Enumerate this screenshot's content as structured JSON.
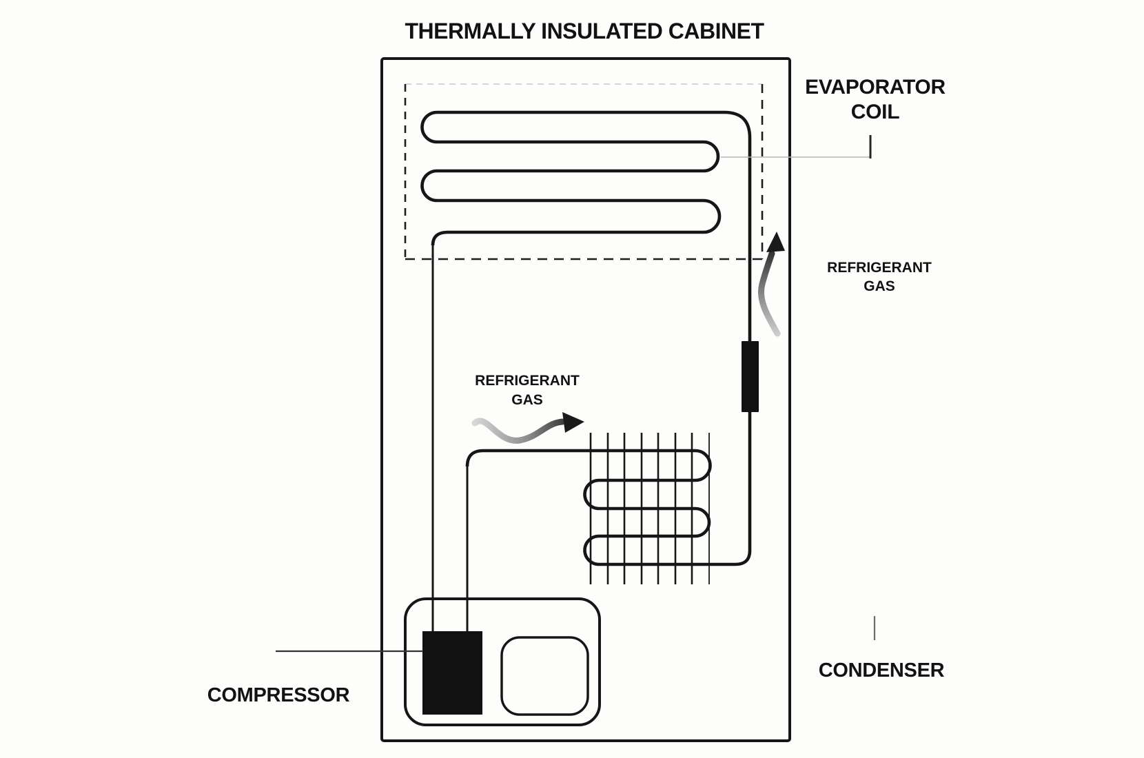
{
  "title": "THERMALLY INSULATED CABINET",
  "labels": {
    "evaporator_coil": {
      "line1": "EVAPORATOR",
      "line2": "COIL"
    },
    "refrigerant_gas_upper": {
      "line1": "REFRIGERANT",
      "line2": "GAS"
    },
    "refrigerant_gas_lower": {
      "line1": "REFRIGERANT",
      "line2": "GAS"
    },
    "condenser": "CONDENSER",
    "compressor": "COMPRESSOR"
  },
  "colors": {
    "background": "#fdfdfb",
    "line": "#161616",
    "text": "#121212",
    "leader_line": "#b5b5b5",
    "fill_black": "#111111"
  }
}
